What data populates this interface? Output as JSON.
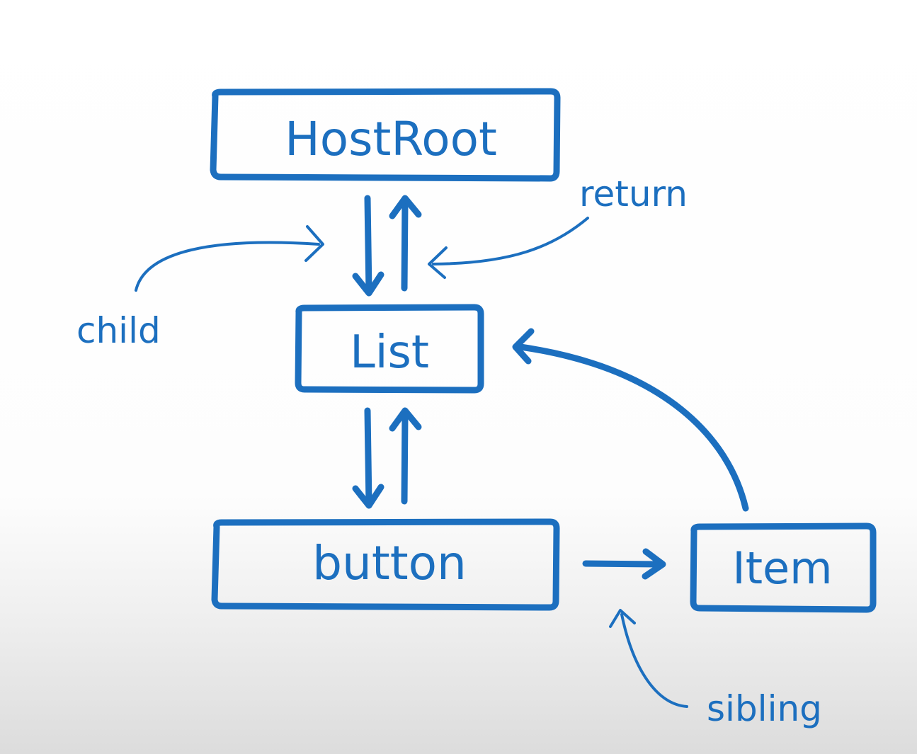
{
  "diagram": {
    "colors": {
      "ink": "#1c6fbf",
      "background": "#ffffff"
    },
    "nodes": {
      "hostroot": "HostRoot",
      "list": "List",
      "button": "button",
      "item": "Item"
    },
    "labels": {
      "child": "child",
      "return": "return",
      "sibling": "sibling"
    }
  }
}
